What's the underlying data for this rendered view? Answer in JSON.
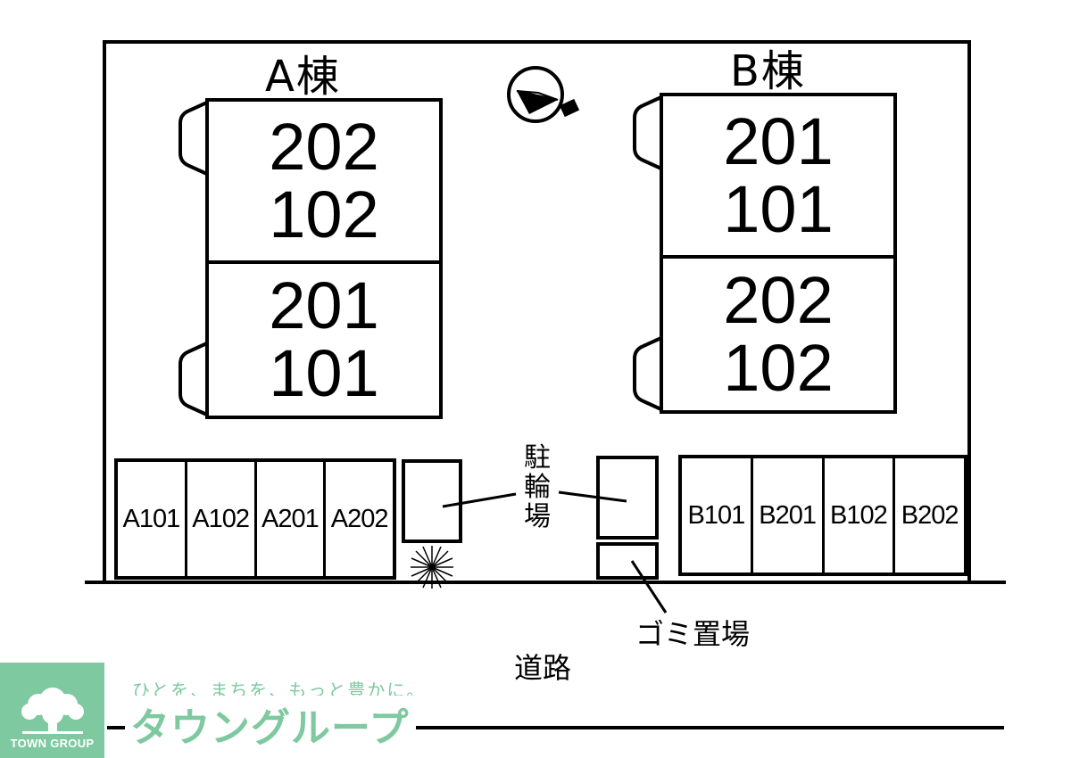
{
  "buildings": {
    "a": {
      "label": "A棟",
      "units_top": [
        "202",
        "102"
      ],
      "units_bottom": [
        "201",
        "101"
      ]
    },
    "b": {
      "label": "B棟",
      "units_top": [
        "201",
        "101"
      ],
      "units_bottom": [
        "202",
        "102"
      ]
    }
  },
  "parking": {
    "a_slots": [
      "A101",
      "A102",
      "A201",
      "A202"
    ],
    "b_slots": [
      "B101",
      "B201",
      "B102",
      "B202"
    ]
  },
  "labels": {
    "bicycle_parking": [
      "駐",
      "輪",
      "場"
    ],
    "garbage": "ゴミ置場",
    "road": "道路"
  },
  "compass": {
    "direction": "north",
    "icon": "compass-icon"
  },
  "branding": {
    "logo_text": "TOWN GROUP",
    "slogan": "ひとを、まちを、もっと豊かに。",
    "brand_name": "タウングループ",
    "brand_color": "#7fc9a0"
  }
}
